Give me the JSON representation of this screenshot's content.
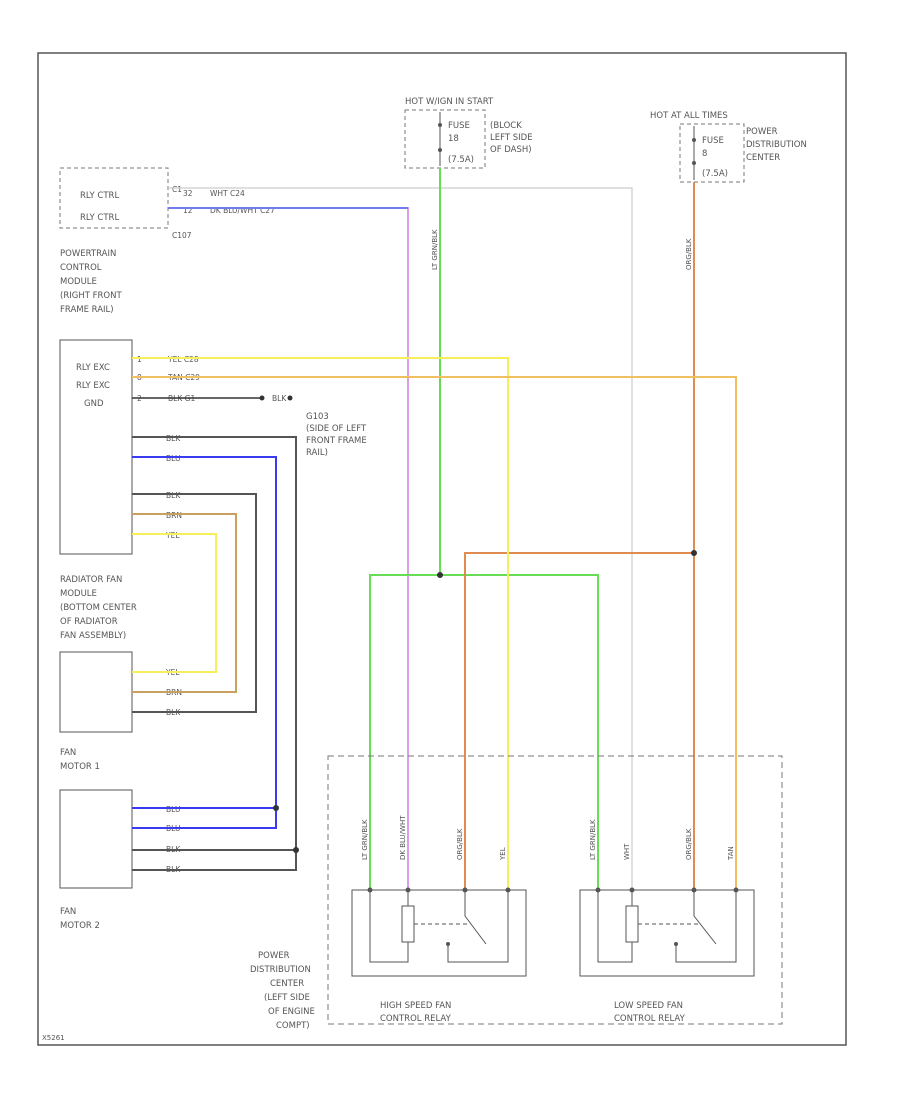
{
  "diagram": {
    "colors": {
      "border": "#555555",
      "green": "#66dd55",
      "violet": "#d9a0e8",
      "blue": "#3a3af0",
      "yellow": "#f5f05a",
      "tan": "#f0c060",
      "black": "#333333",
      "white": "#cccccc",
      "brown": "#c9a060",
      "red_org": "#e08c50"
    },
    "power_hot_run": {
      "title": "HOT W/IGN IN START",
      "fuse_label": "FUSE",
      "fuse_num": "18",
      "fuse_size": "(7.5A)",
      "location": [
        "(BLOCK",
        "LEFT SIDE",
        "OF DASH)"
      ]
    },
    "power_hot_always": {
      "title": "HOT AT ALL TIMES",
      "fuse_label": "FUSE",
      "fuse_num": "8",
      "fuse_size": "(7.5A)",
      "location": [
        "POWER",
        "DISTRIBUTION",
        "CENTER"
      ]
    },
    "pcm": {
      "pin1": "RLY CTRL",
      "pin2": "RLY CTRL",
      "pin1_num": "32",
      "pin2_num": "12",
      "connector_top": "C1",
      "connector_bottom": "C107",
      "wire1": "WHT  C24",
      "wire2": "DK BLU/WHT    C27",
      "label": [
        "POWERTRAIN",
        "CONTROL",
        "MODULE",
        "(RIGHT FRONT",
        "FRAME RAIL)"
      ]
    },
    "radiator_module": {
      "pin1": "RLY EXC",
      "pin2": "RLY EXC",
      "pin3": "GND",
      "pin1_num": "1",
      "pin2_num": "8",
      "pin3_num": "2",
      "wire1": "YEL      C28",
      "wire2": "TAN      C29",
      "wire3": "BLK      G1",
      "ground_tag": "BLK",
      "ground_label": [
        "G103",
        "(SIDE OF LEFT",
        "FRONT FRAME",
        "RAIL)"
      ],
      "harness_wires": [
        "BLK",
        "BLU",
        "BLK",
        "BRN",
        "YEL"
      ],
      "label": [
        "RADIATOR FAN",
        "MODULE",
        "(BOTTOM CENTER",
        "OF RADIATOR",
        "FAN ASSEMBLY)"
      ]
    },
    "fan_motor_1": {
      "wires": [
        "YEL",
        "BRN",
        "BLK"
      ],
      "label": [
        "FAN",
        "MOTOR 1"
      ]
    },
    "fan_motor_2": {
      "wires": [
        "BLU",
        "BLU",
        "BLK",
        "BLK"
      ],
      "label": [
        "FAN",
        "MOTOR 2"
      ]
    },
    "relay_wires": {
      "lt_green_top": "LT GRN/BLK",
      "org_top": "ORG/BLK",
      "high_green": "LT GRN/BLK",
      "high_violet": "DK BLU/WHT",
      "high_org": "ORG/BLK",
      "high_yel": "YEL",
      "low_green": "LT GRN/BLK",
      "low_wht": "WHT",
      "low_org": "ORG/BLK",
      "low_tan": "TAN"
    },
    "pdc_label": [
      "POWER",
      "DISTRIBUTION",
      "CENTER",
      "(LEFT SIDE",
      "OF ENGINE",
      "COMPT)"
    ],
    "high_relay": [
      "HIGH SPEED FAN",
      "CONTROL RELAY"
    ],
    "low_relay": [
      "LOW SPEED FAN",
      "CONTROL RELAY"
    ],
    "footer_code": "X5261"
  }
}
